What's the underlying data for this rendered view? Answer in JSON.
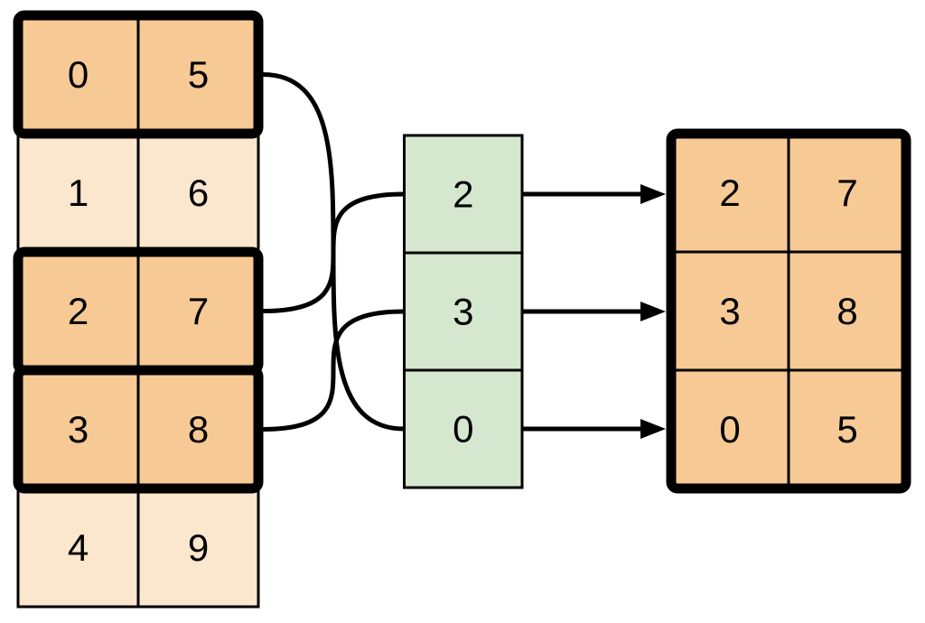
{
  "colors": {
    "highlight_fill": "#F7C994",
    "muted_fill": "#FBE6CE",
    "index_fill": "#D6E7D0",
    "stroke": "#000000",
    "background": "#FFFFFF"
  },
  "left_table": {
    "rows": [
      {
        "cells": [
          "0",
          "5"
        ],
        "highlighted": true
      },
      {
        "cells": [
          "1",
          "6"
        ],
        "highlighted": false
      },
      {
        "cells": [
          "2",
          "7"
        ],
        "highlighted": true
      },
      {
        "cells": [
          "3",
          "8"
        ],
        "highlighted": true
      },
      {
        "cells": [
          "4",
          "9"
        ],
        "highlighted": false
      }
    ]
  },
  "index_column": {
    "cells": [
      "2",
      "3",
      "0"
    ]
  },
  "result_table": {
    "rows": [
      {
        "cells": [
          "2",
          "7"
        ]
      },
      {
        "cells": [
          "3",
          "8"
        ]
      },
      {
        "cells": [
          "0",
          "5"
        ]
      }
    ]
  }
}
